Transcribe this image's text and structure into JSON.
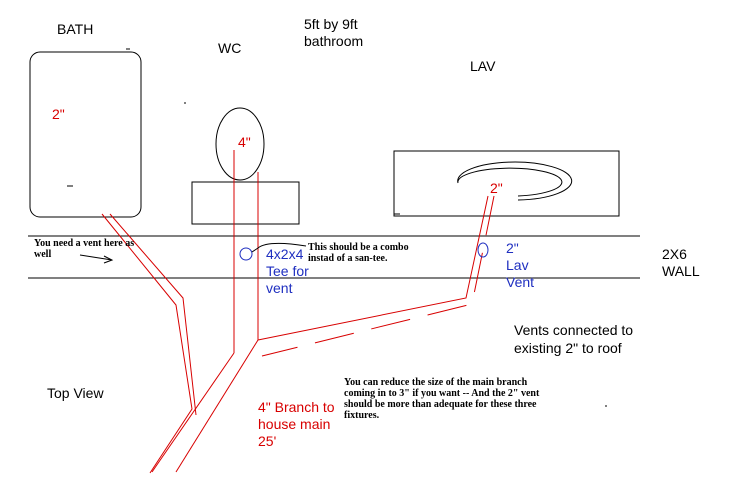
{
  "title": {
    "line1": "5ft  by 9ft",
    "line2": "bathroom"
  },
  "fixtures": {
    "bath": "BATH",
    "wc": "WC",
    "lav": "LAV"
  },
  "pipe_sizes": {
    "bath_drain": "2\"",
    "wc_drain": "4\"",
    "lav_drain": "2\""
  },
  "tee": {
    "size": "4x2x4",
    "line1": "Tee for",
    "line2": "vent"
  },
  "lav_vent": {
    "line1": "2\"",
    "line2": "Lav",
    "line3": "Vent"
  },
  "wall": {
    "line1": "2X6",
    "line2": "WALL"
  },
  "notes": {
    "vent_here_line1": "You need a vent here as",
    "vent_here_line2": "well",
    "combo_line1": "This should be a combo",
    "combo_line2": "instad of a san-tee.",
    "reduce_line1": "You can reduce the size of the main branch",
    "reduce_line2": "coming in to 3\" if you want --  And the 2\" vent",
    "reduce_line3": "should be more than adequate for these three",
    "reduce_line4": "fixtures."
  },
  "vents_connected": {
    "line1": "Vents connected to",
    "line2": "existing 2\" to roof"
  },
  "view_label": "Top View",
  "branch": {
    "line1": "4\" Branch to",
    "line2": "house main",
    "line3": "25'"
  },
  "colors": {
    "pipe": "#d80000",
    "vent": "#1f2fc0",
    "outline": "#000000"
  }
}
